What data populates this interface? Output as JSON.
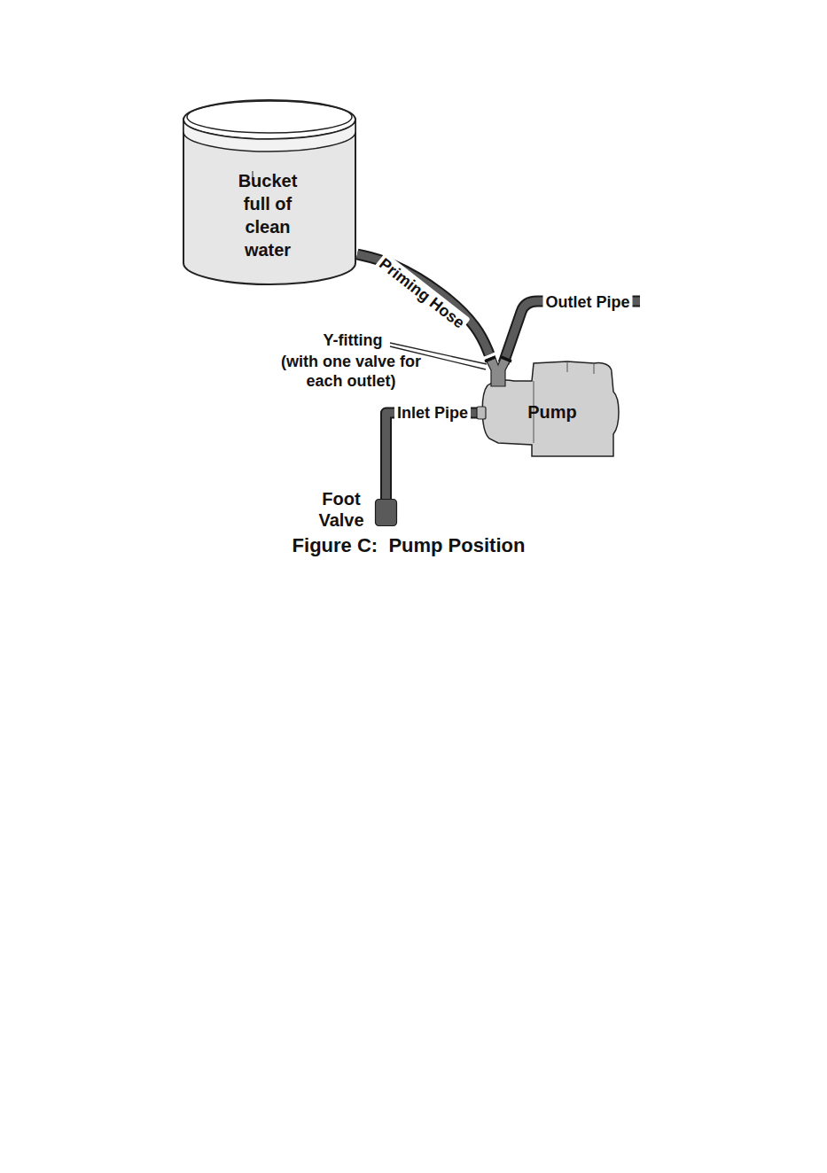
{
  "diagram": {
    "caption": "Figure C:  Pump Position",
    "nodes": [
      {
        "text": [
          "Bucket full of clean water"
        ]
      },
      {
        "text": [
          "Pump"
        ]
      },
      {
        "text": [
          "Foot Valve"
        ]
      }
    ],
    "edges": [
      {
        "from": 0,
        "to": 1,
        "label": "Priming Hose",
        "arrow": "none"
      },
      {
        "from": 2,
        "to": 1,
        "label": "Inlet Pipe",
        "arrow": "none"
      }
    ],
    "labels": [
      "Outlet Pipe",
      "Y-fitting",
      "(with one valve for each outlet)"
    ]
  }
}
